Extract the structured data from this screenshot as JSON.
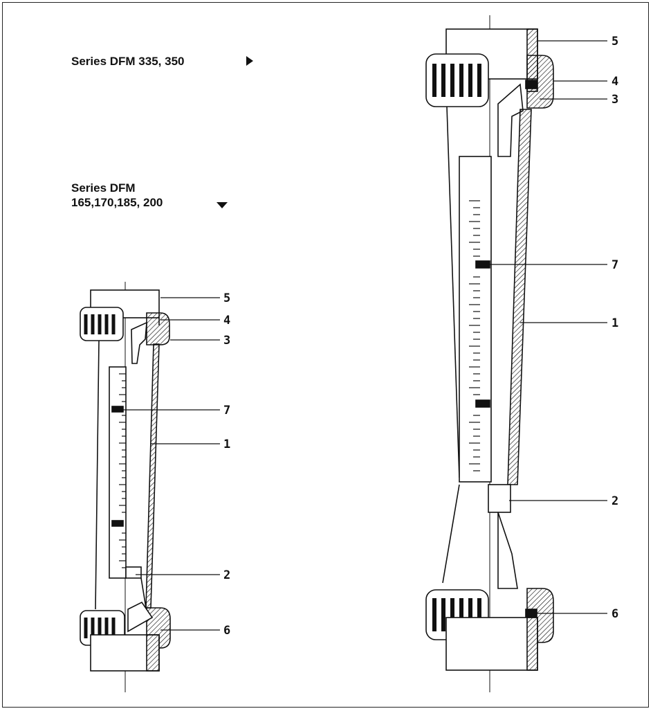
{
  "captions": {
    "series_large": "Series DFM 335, 350",
    "series_small_line1": "Series DFM",
    "series_small_line2": "165,170,185, 200"
  },
  "icons": {
    "right": "triangle-right-icon",
    "down": "triangle-down-icon"
  },
  "small_meter_labels": {
    "l5": "5",
    "l4": "4",
    "l3": "3",
    "l7": "7",
    "l1": "1",
    "l2": "2",
    "l6": "6"
  },
  "large_meter_labels": {
    "l5": "5",
    "l4": "4",
    "l3": "3",
    "l7": "7",
    "l1": "1",
    "l2": "2",
    "l6": "6"
  },
  "colors": {
    "ink": "#111111",
    "paper": "#ffffff"
  }
}
